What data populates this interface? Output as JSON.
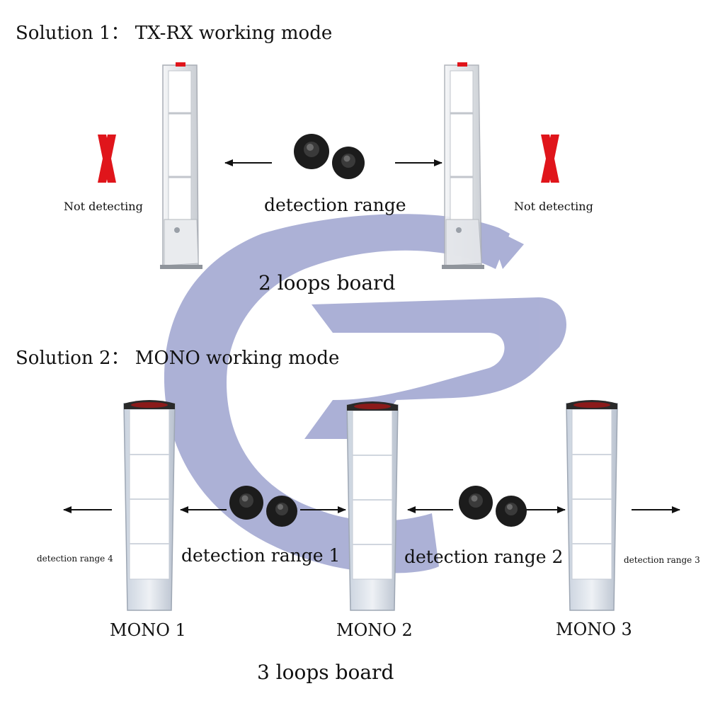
{
  "solution1": {
    "title": "Solution 1： TX-RX working mode",
    "left_status": "Not detecting",
    "right_status": "Not detecting",
    "range_label": "detection range",
    "board_label": "2 loops board"
  },
  "solution2": {
    "title": "Solution 2： MONO working mode",
    "range_labels": [
      "detection range 4",
      "detection range 1",
      "detection range 2",
      "detection range 3"
    ],
    "antenna_labels": [
      "MONO 1",
      "MONO 2",
      "MONO 3"
    ],
    "board_label": "3 loops board"
  },
  "colors": {
    "x_mark": "#e0151b",
    "watermark": "#9da3cf",
    "gate_frame": "#e4e6ea",
    "gate_edge": "#a9adb5",
    "antenna_top": "#8b1a1a",
    "tag": "#1c1c1c"
  }
}
